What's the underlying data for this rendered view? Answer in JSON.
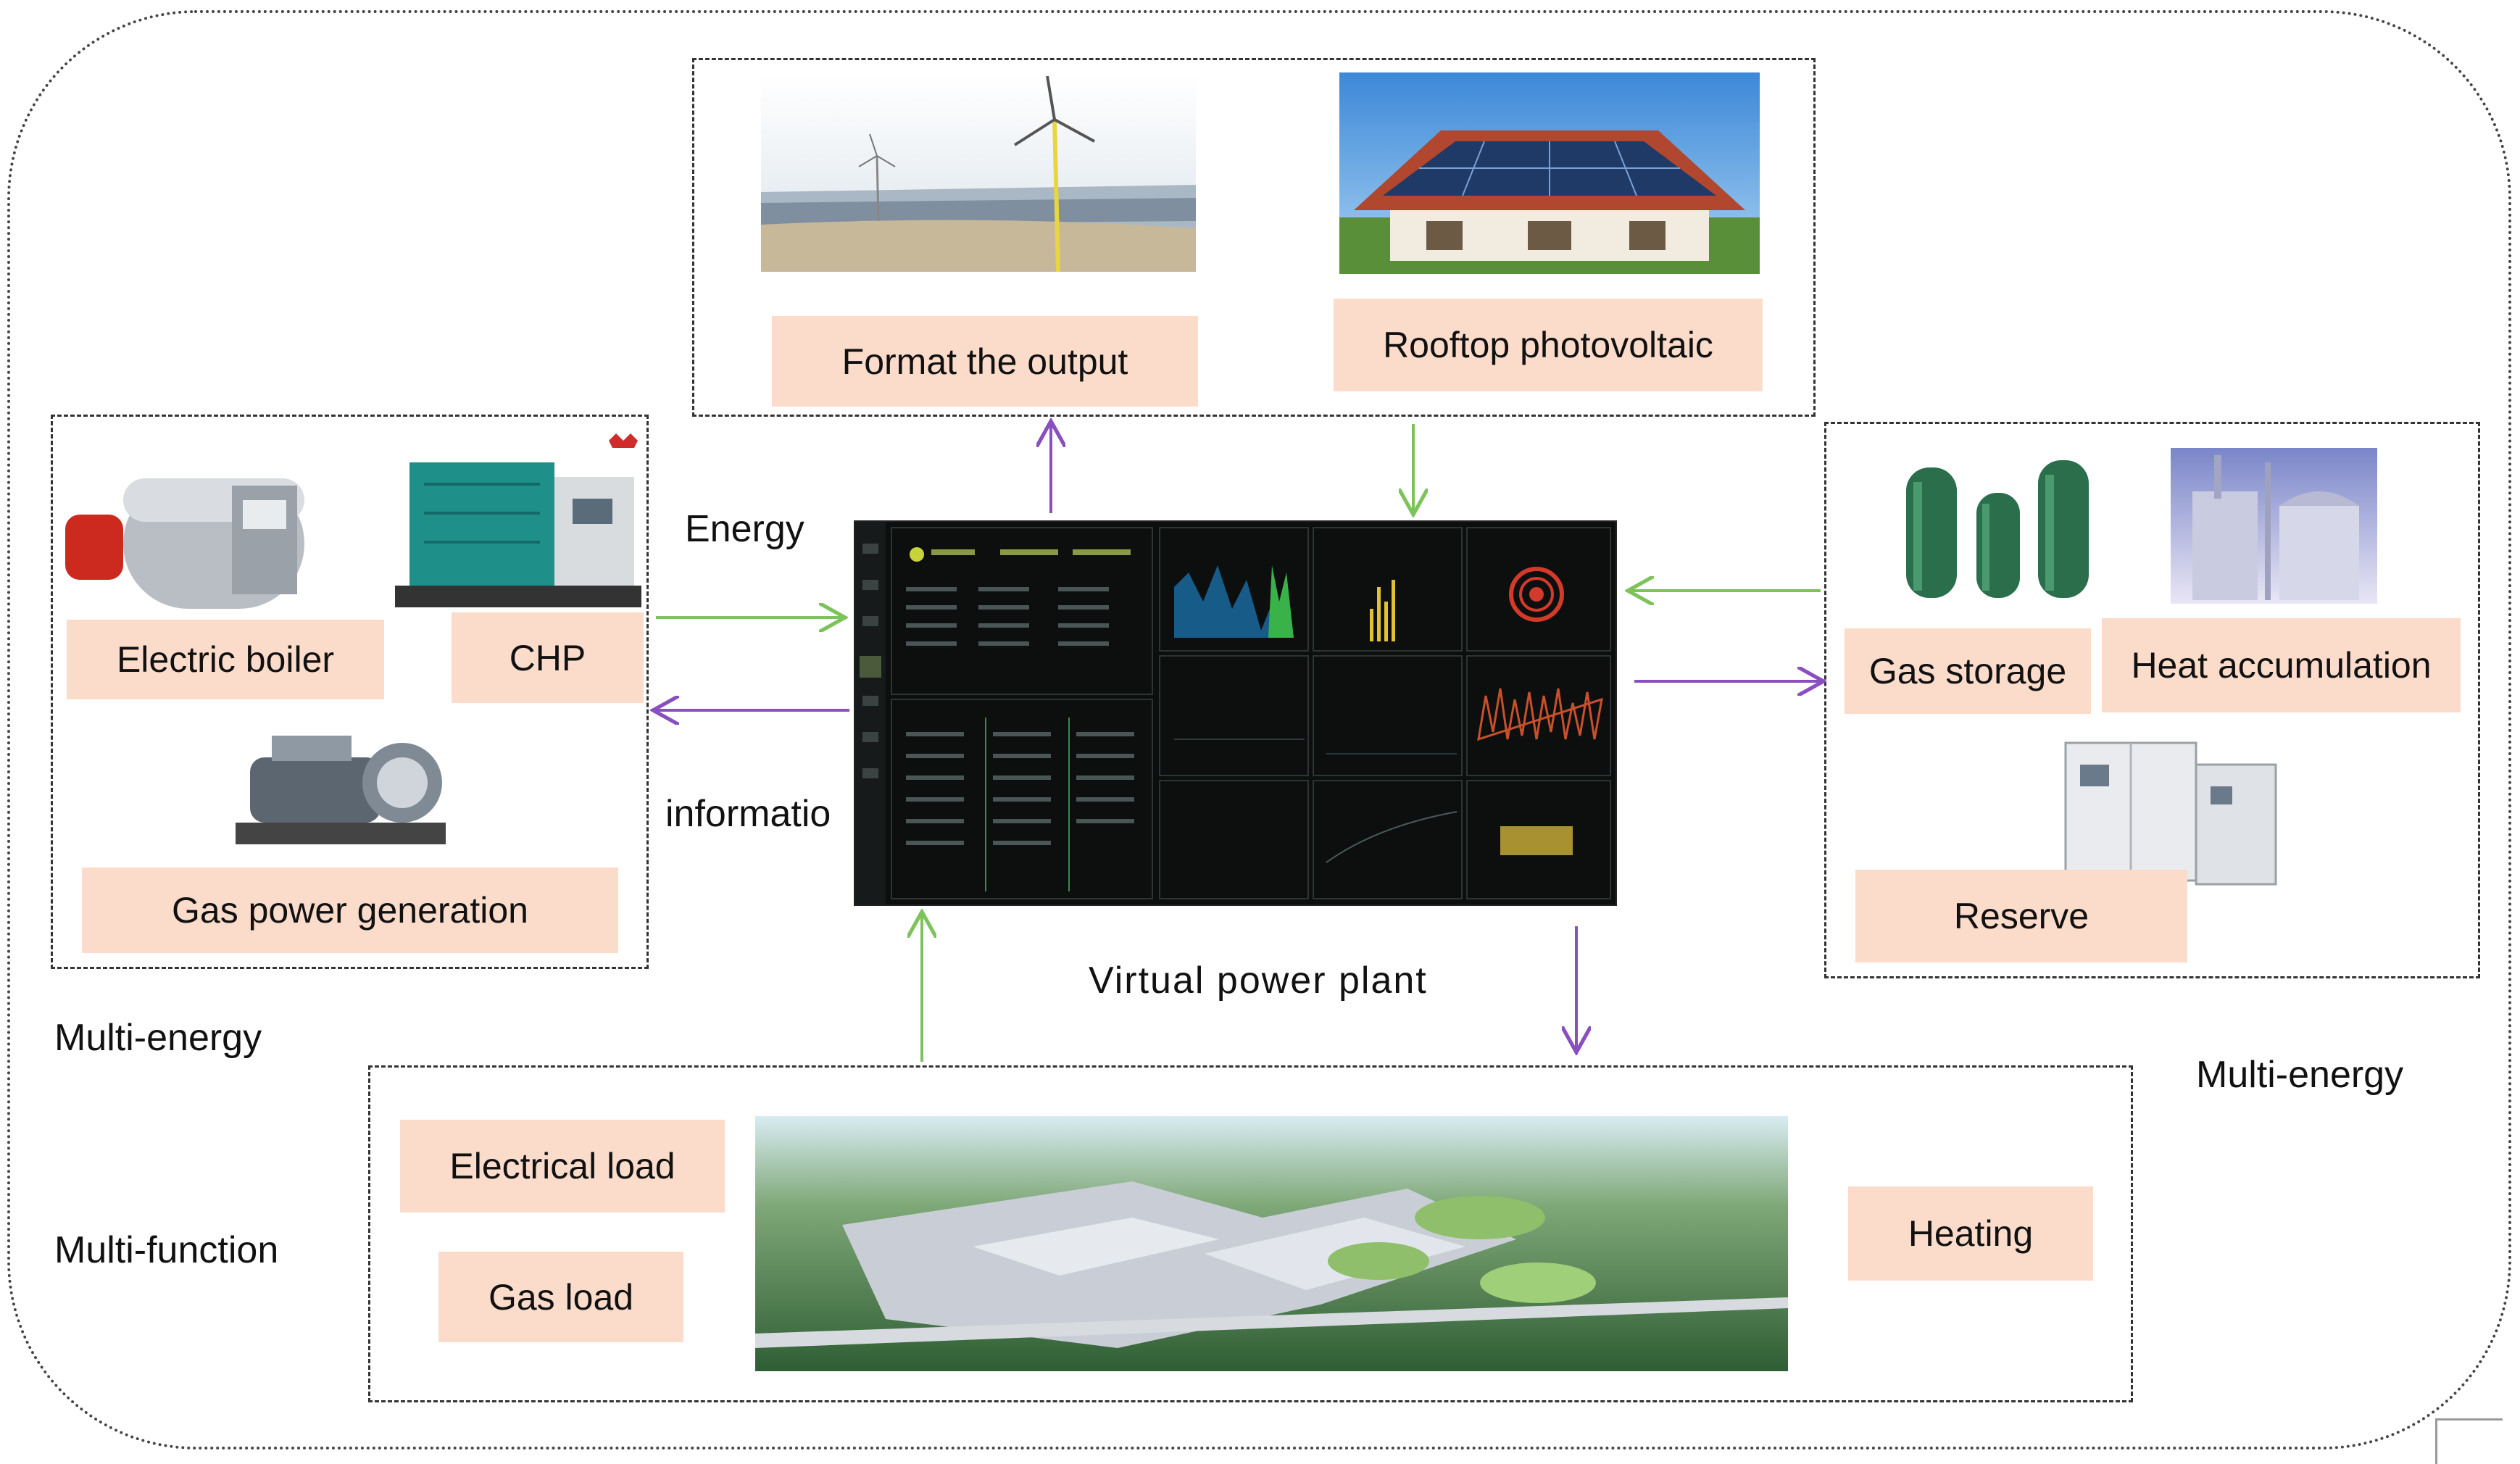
{
  "diagram": {
    "renewables": {
      "wind_label": "Format the output",
      "pv_label": "Rooftop photovoltaic"
    },
    "generation": {
      "boiler_label": "Electric boiler",
      "chp_label": "CHP",
      "gas_gen_label": "Gas power generation"
    },
    "storage": {
      "gas_storage_label": "Gas storage",
      "heat_label": "Heat accumulation",
      "reserve_label": "Reserve"
    },
    "loads": {
      "electrical_label": "Electrical load",
      "gas_label": "Gas load",
      "heating_label": "Heating"
    },
    "center": {
      "title": "Virtual power plant",
      "energy_label": "Energy",
      "information_label": "informatio"
    },
    "annotations": {
      "multi_energy_left": "Multi-energy",
      "multi_energy_right": "Multi-energy",
      "multi_function": "Multi-function"
    },
    "colors": {
      "energy_arrow": "#7dc35b",
      "information_arrow": "#8a4fbf",
      "label_fill": "#fbdccb",
      "dashboard_bg": "#0d0f0f"
    }
  }
}
